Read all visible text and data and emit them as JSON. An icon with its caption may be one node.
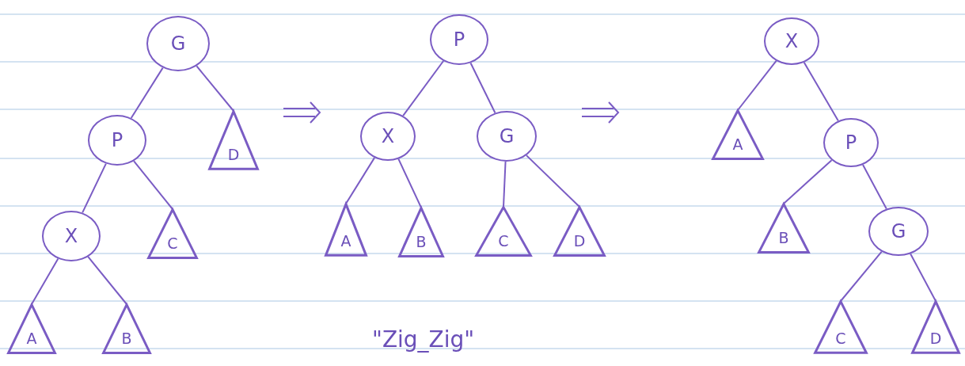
{
  "diagram": {
    "nodes": [
      {
        "text": [
          "G"
        ]
      },
      {
        "text": [
          "P"
        ]
      },
      {
        "text": [
          "D"
        ]
      },
      {
        "text": [
          "X"
        ]
      },
      {
        "text": [
          "C"
        ]
      },
      {
        "text": [
          "A"
        ]
      },
      {
        "text": [
          "B"
        ]
      },
      {
        "text": [
          "P"
        ]
      },
      {
        "text": [
          "X"
        ]
      },
      {
        "text": [
          "G"
        ]
      },
      {
        "text": [
          "A"
        ]
      },
      {
        "text": [
          "B"
        ]
      },
      {
        "text": [
          "C"
        ]
      },
      {
        "text": [
          "D"
        ]
      },
      {
        "text": [
          "X"
        ]
      },
      {
        "text": [
          "A"
        ]
      },
      {
        "text": [
          "P"
        ]
      },
      {
        "text": [
          "B"
        ]
      },
      {
        "text": [
          "G"
        ]
      },
      {
        "text": [
          "C"
        ]
      },
      {
        "text": [
          "D"
        ]
      }
    ],
    "edges": [
      {
        "from": 0,
        "to": 1,
        "arrow": "none"
      },
      {
        "from": 0,
        "to": 2,
        "arrow": "none"
      },
      {
        "from": 1,
        "to": 3,
        "arrow": "none"
      },
      {
        "from": 1,
        "to": 4,
        "arrow": "none"
      },
      {
        "from": 3,
        "to": 5,
        "arrow": "none"
      },
      {
        "from": 3,
        "to": 6,
        "arrow": "none"
      },
      {
        "from": 7,
        "to": 8,
        "arrow": "none"
      },
      {
        "from": 7,
        "to": 9,
        "arrow": "none"
      },
      {
        "from": 8,
        "to": 10,
        "arrow": "none"
      },
      {
        "from": 8,
        "to": 11,
        "arrow": "none"
      },
      {
        "from": 9,
        "to": 12,
        "arrow": "none"
      },
      {
        "from": 9,
        "to": 13,
        "arrow": "none"
      },
      {
        "from": 14,
        "to": 15,
        "arrow": "none"
      },
      {
        "from": 14,
        "to": 16,
        "arrow": "none"
      },
      {
        "from": 16,
        "to": 17,
        "arrow": "none"
      },
      {
        "from": 16,
        "to": 18,
        "arrow": "none"
      },
      {
        "from": 18,
        "to": 19,
        "arrow": "none"
      },
      {
        "from": 18,
        "to": 20,
        "arrow": "none"
      }
    ],
    "labels": [
      "\"Zig_Zig\""
    ]
  }
}
